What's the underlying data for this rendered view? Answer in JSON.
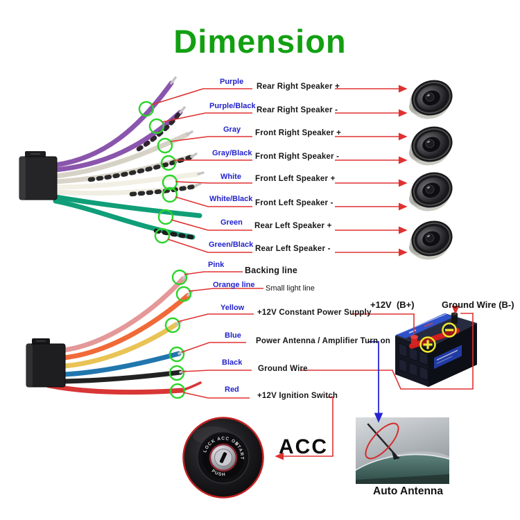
{
  "title": "Dimension",
  "top_harness": {
    "rows": [
      {
        "color": "Purple",
        "function": "Rear Right Speaker +",
        "hex": "#8A55AC"
      },
      {
        "color": "Purple/Black",
        "function": "Rear Right Speaker -",
        "hex": "#8A55AC"
      },
      {
        "color": "Gray",
        "function": "Front Right Speaker +",
        "hex": "#D6D2C6"
      },
      {
        "color": "Gray/Black",
        "function": "Front Right Speaker -",
        "hex": "#D8D4C8"
      },
      {
        "color": "White",
        "function": "Front Left Speaker +",
        "hex": "#F2EFE4"
      },
      {
        "color": "White/Black",
        "function": "Front Left Speaker -",
        "hex": "#F0EDE2"
      },
      {
        "color": "Green",
        "function": "Rear Left Speaker +",
        "hex": "#0F9E78"
      },
      {
        "color": "Green/Black",
        "function": "Rear Left Speaker -",
        "hex": "#0F9E78"
      }
    ]
  },
  "bottom_harness": {
    "rows": [
      {
        "color": "Pink",
        "function": "Backing line",
        "hex": "#E49898"
      },
      {
        "color": "Orange line",
        "function": "Small light line",
        "hex": "#F06A38"
      },
      {
        "color": "Yellow",
        "function": "+12V Constant Power Supply",
        "hex": "#E9C355"
      },
      {
        "color": "Blue",
        "function": "Power Antenna / Amplifier Turn on",
        "hex": "#2176AE"
      },
      {
        "color": "Black",
        "function": "Ground Wire",
        "hex": "#222222"
      },
      {
        "color": "Red",
        "function": "+12V  Ignition Switch",
        "hex": "#D93636"
      }
    ]
  },
  "battery": {
    "positive_label": "+12V  (B+)",
    "negative_label": "Ground Wire (B-)"
  },
  "ignition_switch": {
    "label": "ACC",
    "dial_top": "LOCK  ACC  ON",
    "dial_right": "START",
    "dial_bottom": "PUSH"
  },
  "antenna": {
    "caption": "Auto Antenna"
  },
  "palette": {
    "title_green": "#12A012",
    "label_blue": "#2323CC",
    "line_red": "#E03030",
    "circle_green": "#2BD42B",
    "arrow_blue": "#2525CF"
  }
}
